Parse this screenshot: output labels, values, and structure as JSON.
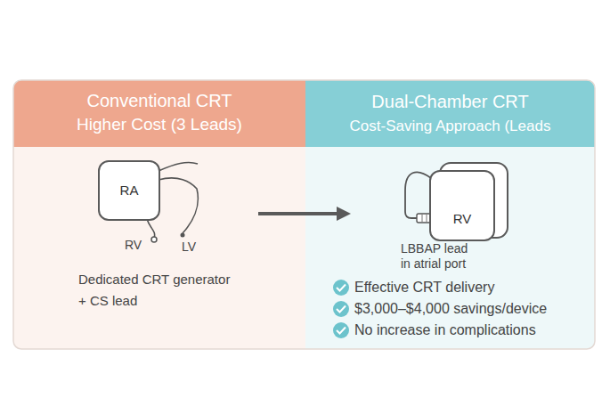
{
  "diagram": {
    "nodes": [
      {
        "text": [
          "Conventional CRT",
          "Higher Cost (3 Leads)",
          "Dedicated CRT generator + CS lead"
        ]
      },
      {
        "text": [
          "RA"
        ],
        "in": 0
      },
      {
        "text": [
          "Dual-Chamber CRT",
          "Cost-Saving Approach (Leads"
        ]
      },
      {
        "text": [
          "RV"
        ],
        "in": 2
      }
    ],
    "labels": [
      "RV",
      "LV",
      "LBBAP lead in atrial port",
      "Effective CRT delivery",
      "$3,000–$4,000 savings/device",
      "No increase in complications"
    ]
  }
}
